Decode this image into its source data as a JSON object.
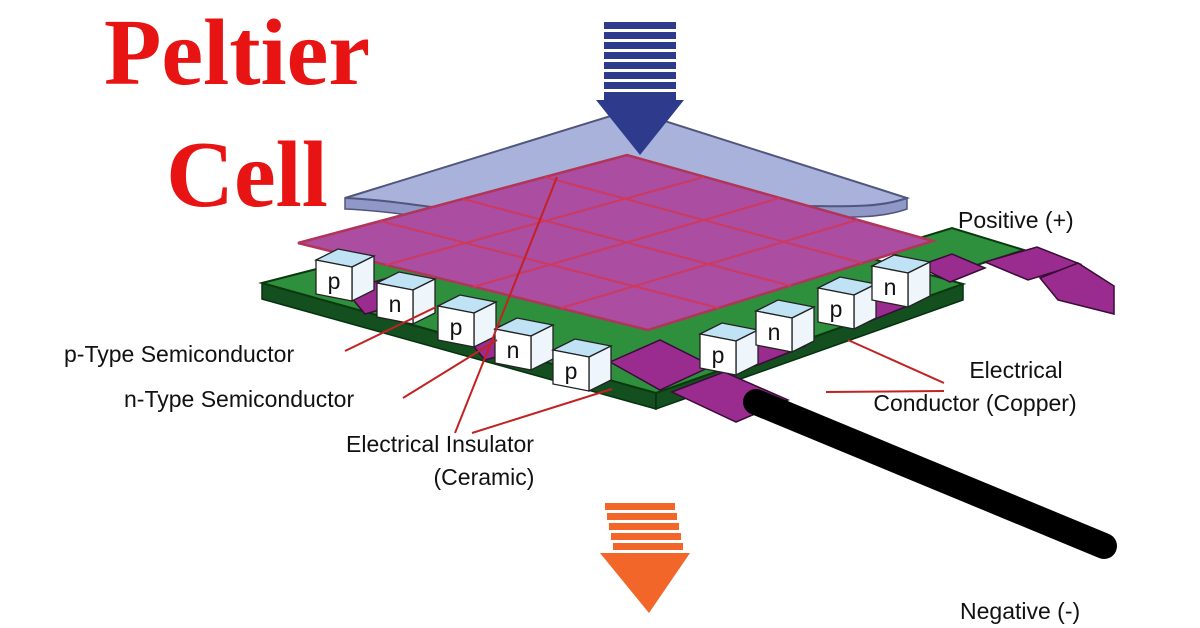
{
  "title": {
    "line1": "Peltier",
    "line2": "Cell"
  },
  "labels": {
    "positive": "Positive (+)",
    "electrical_conductor_line1": "Electrical",
    "electrical_conductor_line2": "Conductor (Copper)",
    "p_type": "p-Type Semiconductor",
    "n_type": "n-Type Semiconductor",
    "insulator_line1": "Electrical Insulator",
    "insulator_line2": "(Ceramic)",
    "negative": "Negative (-)"
  },
  "cubes": {
    "left": [
      "p",
      "n",
      "p",
      "n",
      "p"
    ],
    "right": [
      "p",
      "n",
      "p",
      "n"
    ]
  },
  "icons": {
    "heat_in_arrow": "striped-down-arrow-blue",
    "heat_out_arrow": "striped-down-arrow-orange"
  },
  "colors": {
    "title_red": "#e81414",
    "plate_ceramic_top": "#a9b2da",
    "plate_ceramic_edge": "#8f98c6",
    "plate_copper_grid": "#ab4da0",
    "grid_line_red": "#cc3a60",
    "plate_base_green": "#2e8f3c",
    "plate_base_green_dark": "#134f1f",
    "connector_purple": "#9a2c90",
    "cube_top_blue": "#bfe2f4",
    "cube_face_white": "#ffffff",
    "arrow_top_blue": "#2e3a8c",
    "arrow_bottom_orange": "#f2662a",
    "wire_black": "#000000",
    "leader_line_red": "#c22222",
    "label_text": "#111111"
  }
}
